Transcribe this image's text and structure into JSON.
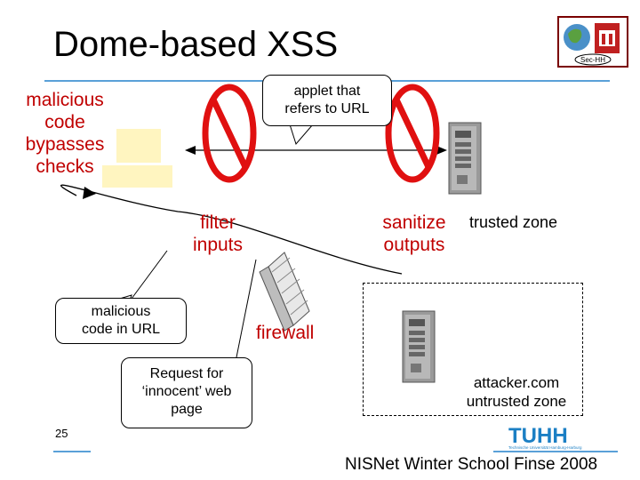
{
  "title": "Dome-based XSS",
  "logo_text": "Sec-HH",
  "labels": {
    "malicious_code": [
      "malicious",
      "code",
      "bypasses",
      "checks"
    ],
    "applet": [
      "applet that",
      "refers to URL"
    ],
    "filter": [
      "filter",
      "inputs"
    ],
    "sanitize": [
      "sanitize",
      "outputs"
    ],
    "trusted_zone": "trusted zone",
    "malicious_url": [
      "malicious",
      "code in URL"
    ],
    "firewall": "firewall",
    "request": [
      "Request for",
      "‘innocent’ web",
      "page"
    ],
    "attacker": [
      "attacker.com",
      "untrusted zone"
    ]
  },
  "slide_number": "25",
  "tuhh_text": "TUHH",
  "tuhh_subtext": "Technische Universität Hamburg-Harburg",
  "footer": "NISNet Winter School Finse 2008",
  "colors": {
    "accent": "#5aa0d8",
    "no_sign": "#e01010",
    "red_text": "#c00000",
    "client": "#fff5c0"
  }
}
